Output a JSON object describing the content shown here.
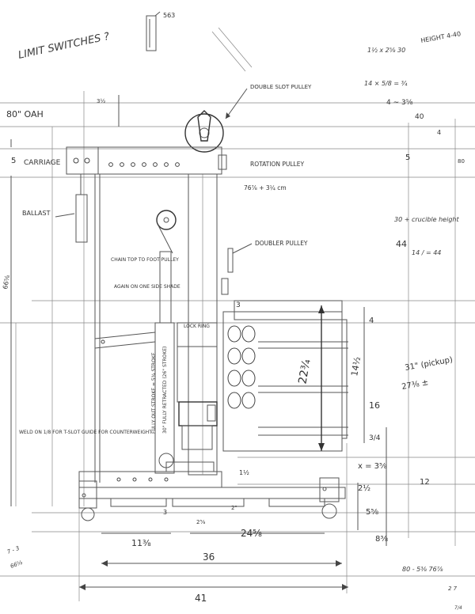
{
  "title_note": "LIMIT SWITCHES ?",
  "labels": {
    "top_ref": "563",
    "oah": "80\" OAH",
    "dim_3_5": "3½",
    "double_slot_pulley": "DOUBLE SLOT PULLEY",
    "carriage_5": "5",
    "carriage": "CARRIAGE",
    "rotation_pulley": "ROTATION PULLEY",
    "cord": "76⅞ + 3¼ cm",
    "ballast": "BALLAST",
    "doubler_pulley": "DOUBLER PULLEY",
    "left_height": "66⅝",
    "chain_note": "CHAIN TOP TO FOOT PULLEY",
    "again_note": "AGAIN ON ONE SIDE SHADE",
    "fully_out": "FULLY OUT STROKE = 5¾ STROKE",
    "fully_retracted": "30\" FULLY RETRACTED (26\" STROKE)",
    "lock_ring": "LOCK RING",
    "weld_note": "WELD ON 1/8 FOR T-SLOT GUIDE FOR COUNTERWEIGHT",
    "dim_3_top": "3",
    "dim_4": "4",
    "dim_22_75": "22¾",
    "dim_14_5": "14½",
    "dim_16": "16",
    "dim_3_4": "3/4",
    "dim_31": "31\" (pickup)",
    "dim_27": "27⅜ ±",
    "dim_x": "x = 3⅝",
    "dim_2_5": "2½",
    "dim_12": "12",
    "dim_1_5": "1½",
    "dim_5_8": "5⅝",
    "dim_8_38": "8⅜",
    "dim_3_bottom": "3",
    "dim_2_58": "2⅝",
    "dim_2": "2\"",
    "dim_11_38": "11⅜",
    "dim_24_58": "24⅝",
    "dim_36": "36",
    "dim_41": "41",
    "dim_40": "40",
    "dim_4_right": "4",
    "dim_5_right": "5",
    "dim_4_38": "4 ~ 3⅝",
    "dim_80_right": "80",
    "crucible": "30 + crucible height",
    "dim_44_sum": "14 / = 44",
    "dim_44": "44",
    "height_note": "HEIGHT 4-40",
    "calc_top": "1½ x 2⅝ 30",
    "calc_mid": "14 × 5/8 = ¾",
    "bottom_calc": "80 - 5⅜ 76⅞",
    "bottom_left_1": "7 - 3",
    "bottom_left_2": "66⅝",
    "corner_mark": "2 7",
    "corner_mark2": "7/4"
  },
  "colors": {
    "pencil": "#444444",
    "paper": "#ffffff"
  }
}
